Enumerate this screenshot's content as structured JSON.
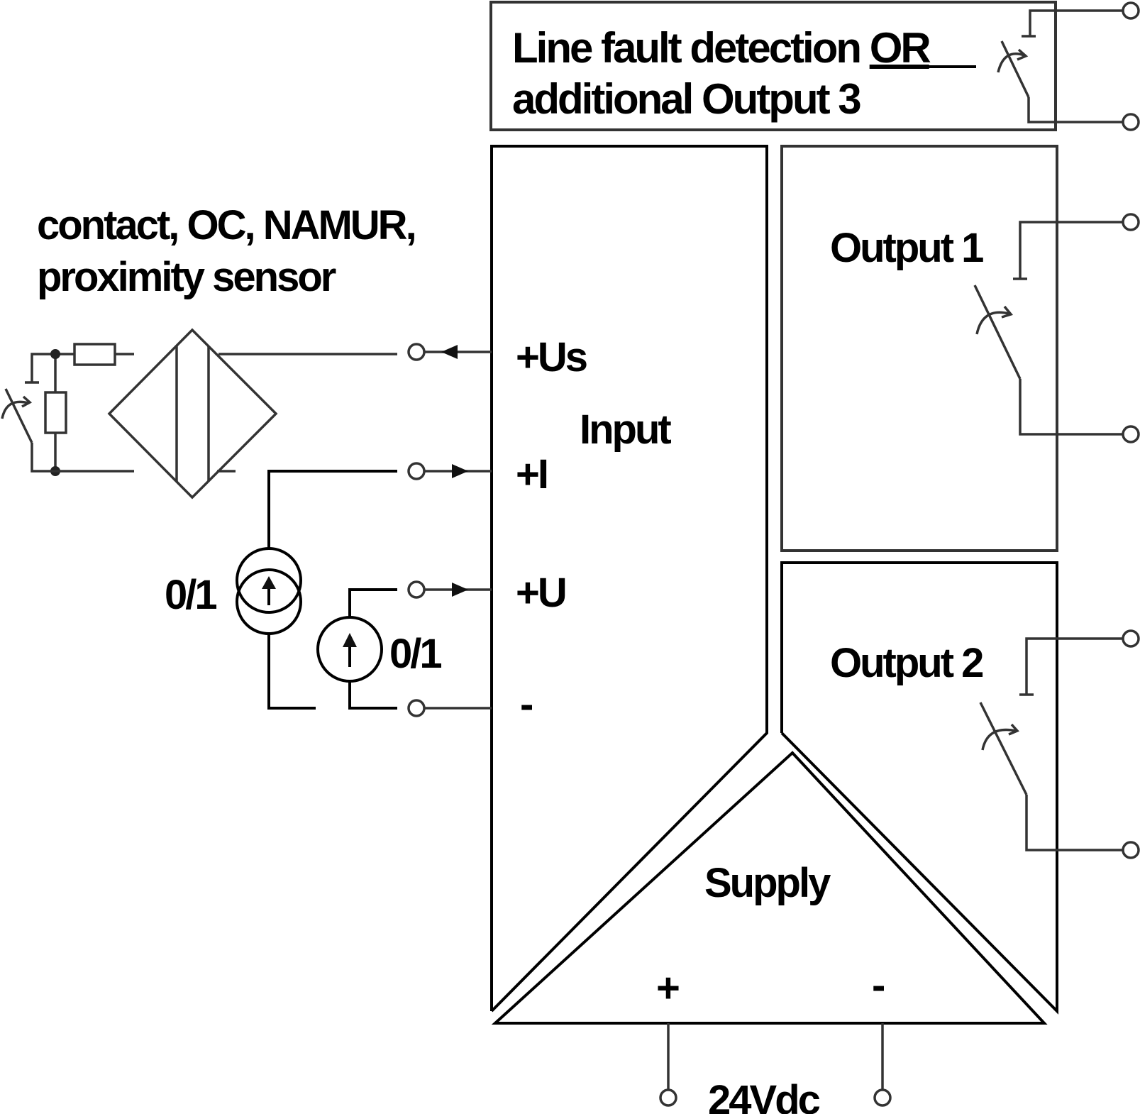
{
  "diagram": {
    "title": "Switching amplifier block diagram",
    "top_block": {
      "line1": "Line fault detection ",
      "line1_emphasis": "OR",
      "line2": "additional Output 3"
    },
    "sensor_label": {
      "line1": "contact, OC, NAMUR,",
      "line2": "proximity sensor"
    },
    "input_block": {
      "title": "Input",
      "terminals": [
        "+Us",
        "+I",
        "+U",
        "-"
      ]
    },
    "output1": {
      "title": "Output 1"
    },
    "output2": {
      "title": "Output 2"
    },
    "supply": {
      "title": "Supply",
      "plus": "+",
      "minus": "-",
      "voltage": "24Vdc"
    },
    "sources": {
      "current_source_label": "0/1",
      "voltage_source_label": "0/1"
    }
  }
}
